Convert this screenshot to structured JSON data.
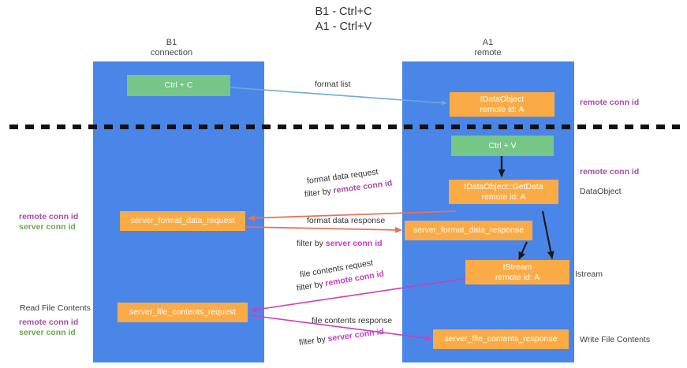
{
  "title": {
    "line1": "B1 - Ctrl+C",
    "line2": "A1 - Ctrl+V"
  },
  "lanes": [
    {
      "name": "B1",
      "subtitle": "connection",
      "color": "#4a86e8"
    },
    {
      "name": "A1",
      "subtitle": "remote",
      "color": "#4a86e8"
    }
  ],
  "nodes": {
    "ctrl_c": {
      "line1": "Ctrl + C",
      "line2": "",
      "color": "#76c687"
    },
    "idataobject": {
      "line1": "IDataObject",
      "line2": "remote id: A",
      "color": "#fbab46"
    },
    "ctrl_v": {
      "line1": "Ctrl + V",
      "line2": "",
      "color": "#76c687"
    },
    "getdata": {
      "line1": "IDataObject::GetData",
      "line2": "remote id: A",
      "color": "#fbab46"
    },
    "format_req": {
      "line1": "server_format_data_request",
      "line2": "",
      "color": "#fbab46"
    },
    "format_resp": {
      "line1": "server_format_data_response",
      "line2": "",
      "color": "#fbab46"
    },
    "istream": {
      "line1": "IStream",
      "line2": "remote id: A",
      "color": "#fbab46"
    },
    "file_req": {
      "line1": "server_file_contents_request",
      "line2": "",
      "color": "#fbab46"
    },
    "file_resp": {
      "line1": "server_file_contents_response",
      "line2": "",
      "color": "#fbab46"
    }
  },
  "edge_labels": {
    "format_list": "format list",
    "format_data_request": "format data request",
    "format_data_request_filter_prefix": "filter by ",
    "format_data_request_filter_key": "remote conn id",
    "format_data_response": "format data response",
    "format_data_response_filter_prefix": "filter by ",
    "format_data_response_filter_key": "server conn id",
    "file_contents_request": "file contents request",
    "file_contents_request_filter_prefix": "filter by ",
    "file_contents_request_filter_key": "remote conn id",
    "file_contents_response": "file contents response",
    "file_contents_response_filter_prefix": "filter by ",
    "file_contents_response_filter_key": "server conn id"
  },
  "annotations": {
    "right_remote_conn_id_top": "remote conn id",
    "right_remote_conn_id_mid": "remote conn id",
    "right_dataobject": "DataObject",
    "right_istream": "Istream",
    "right_write_file_contents": "Write File Contents",
    "left_remote_conn_id_mid": "remote conn id",
    "left_server_conn_id_mid": "server conn id",
    "left_read_file_contents": "Read File Contents",
    "left_remote_conn_id_bottom": "remote conn id",
    "left_server_conn_id_bottom": "server conn id"
  },
  "colors": {
    "lane": "#4a86e8",
    "green_node": "#76c687",
    "orange_node": "#fbab46",
    "purple_text": "#a64ca6",
    "green_text": "#6aa84f",
    "magenta_text": "#c23fc2",
    "blue_arrow": "#6fa8dc",
    "red_arrow": "#e8715a",
    "magenta_arrow": "#cc3fb8",
    "black_arrow": "#1a1a1a",
    "divider": "#111111"
  }
}
